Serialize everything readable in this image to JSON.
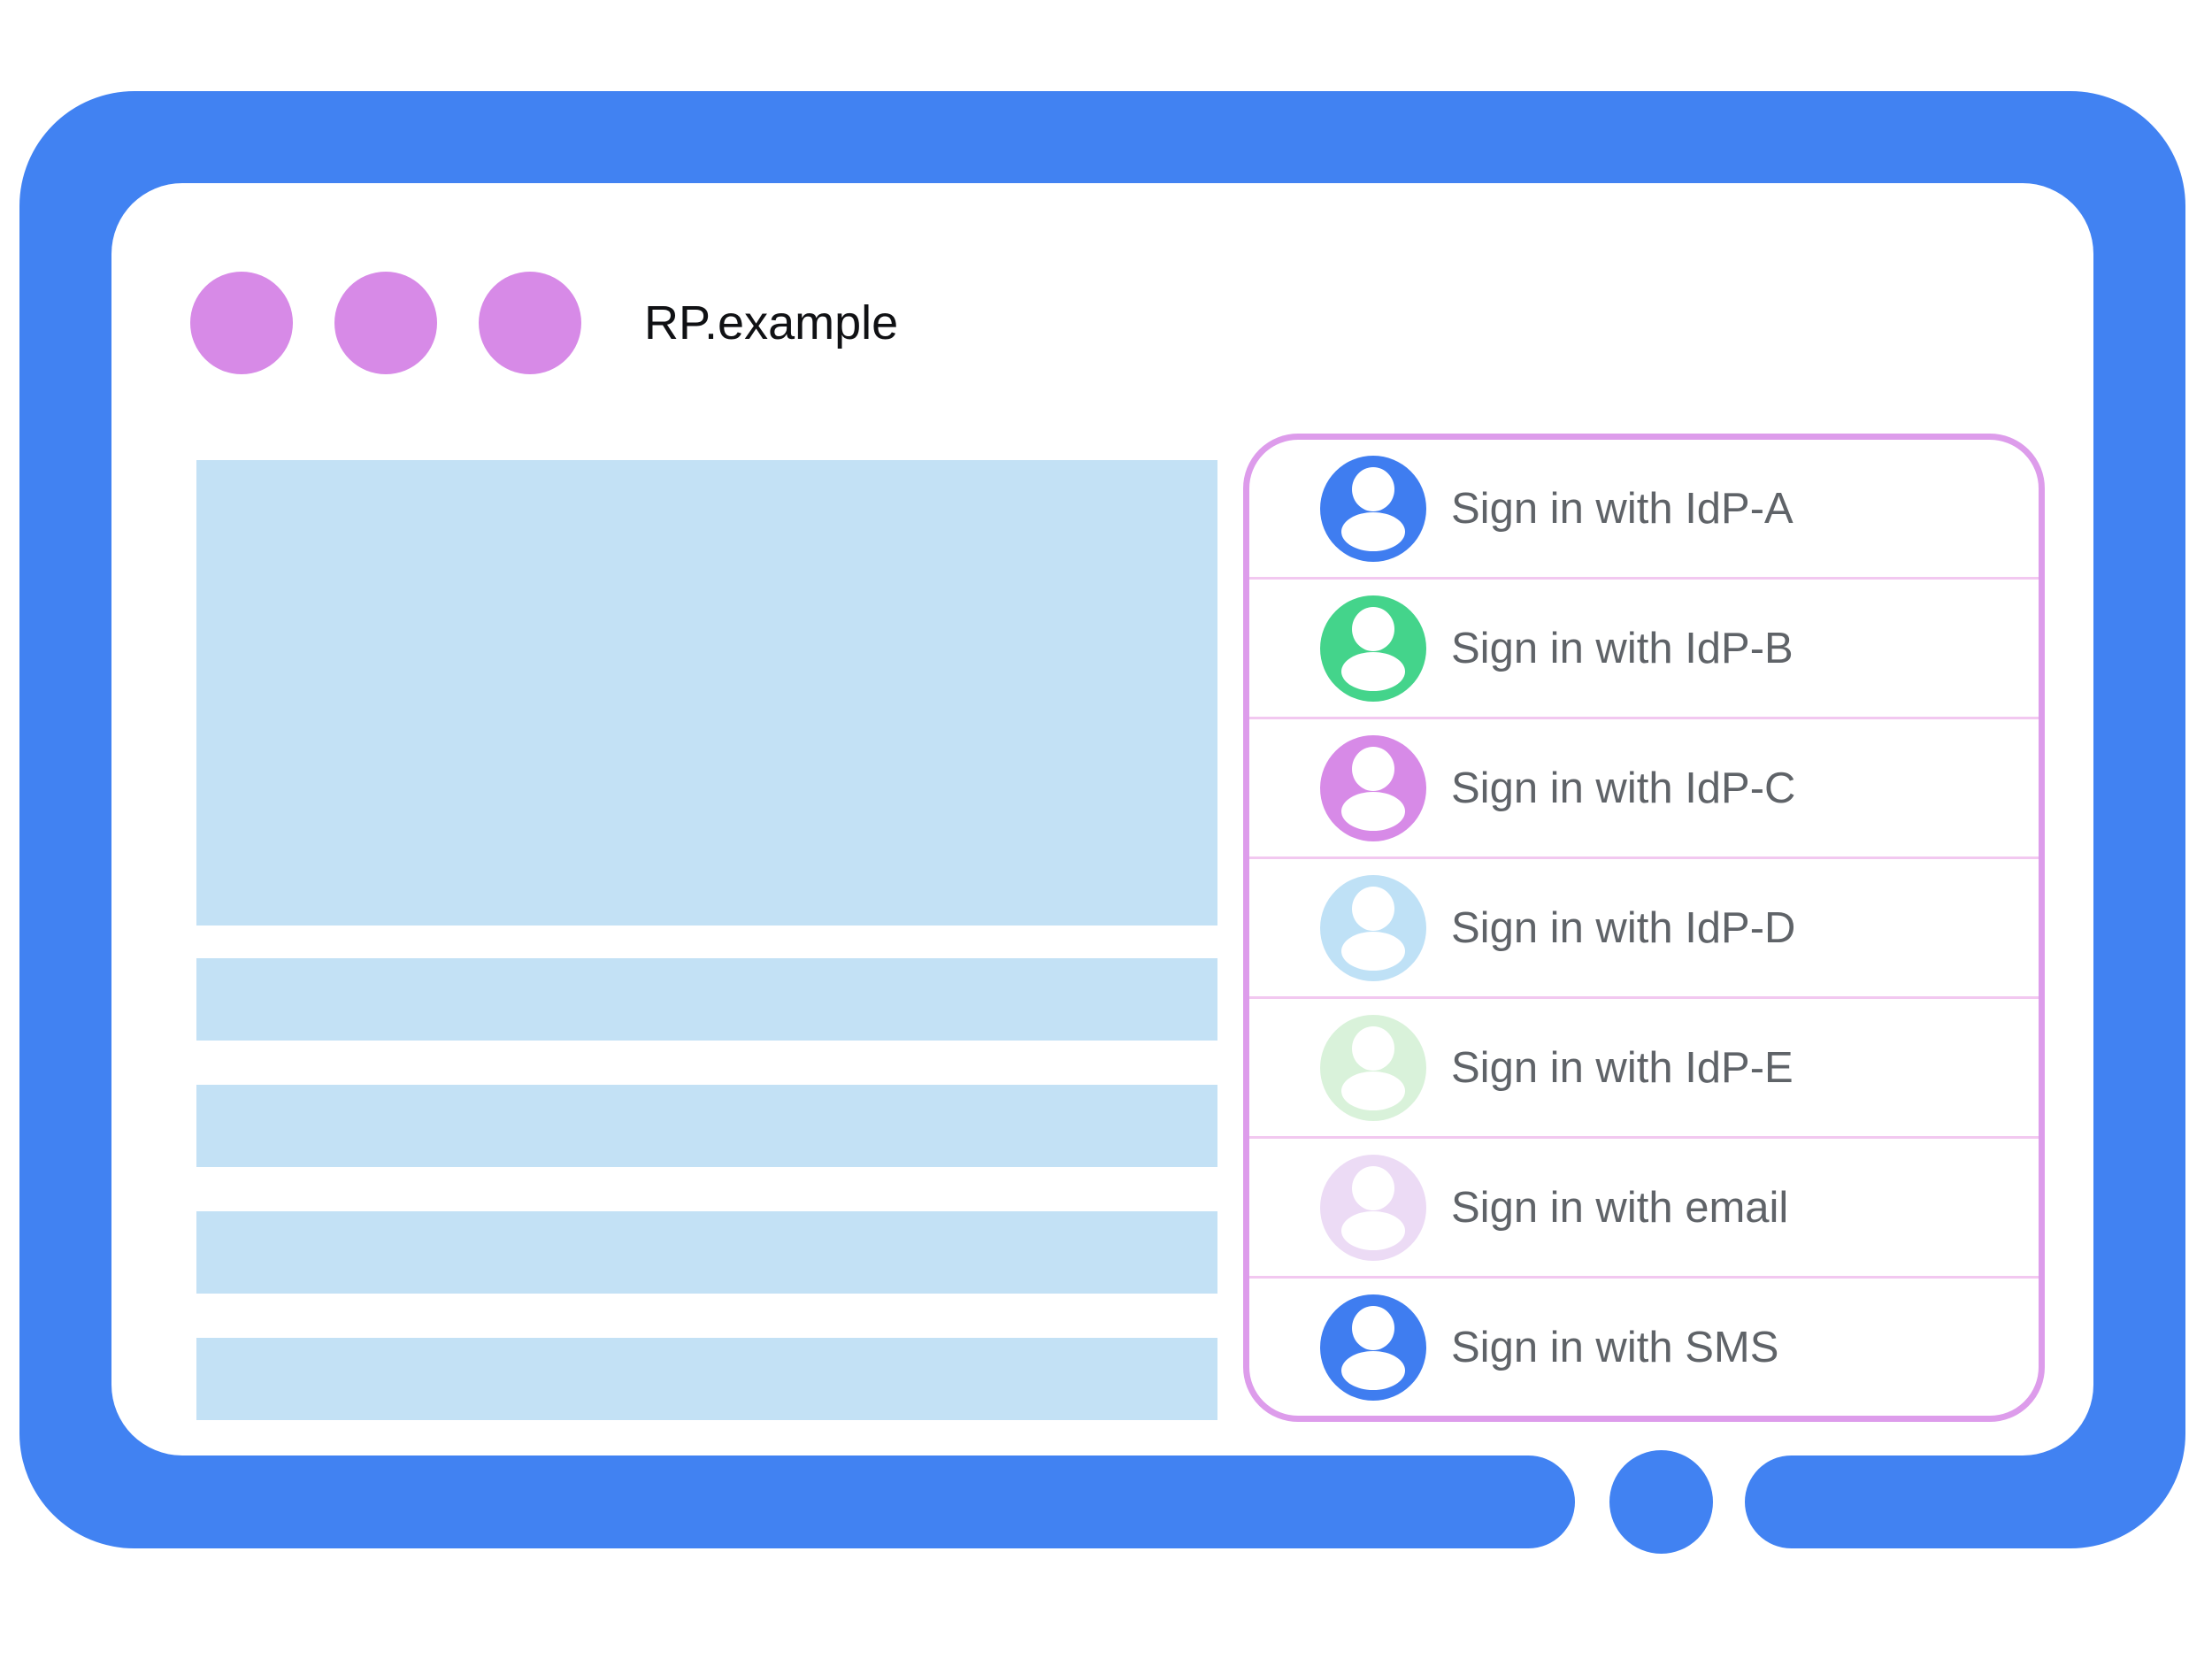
{
  "browser": {
    "frame_color": "#4182f2",
    "inner_bg": "#ffffff",
    "titlebar": {
      "address_text": "RP.example",
      "dots_color": "#d78ae7"
    },
    "content": {
      "placeholder_color": "#c3e1f5"
    }
  },
  "signin_panel": {
    "border_color": "#dd9ceb",
    "divider_color": "#f2c8f0",
    "label_color": "#5f6368",
    "options": [
      {
        "label": "Sign in with IdP-A",
        "avatar_color": "#3f7df0",
        "avatar_icon": "person-icon"
      },
      {
        "label": "Sign in with IdP-B",
        "avatar_color": "#44d48b",
        "avatar_icon": "person-icon"
      },
      {
        "label": "Sign in with IdP-C",
        "avatar_color": "#d78ae7",
        "avatar_icon": "person-icon"
      },
      {
        "label": "Sign in with IdP-D",
        "avatar_color": "#bfe1f6",
        "avatar_icon": "person-icon"
      },
      {
        "label": "Sign in with IdP-E",
        "avatar_color": "#d9f2da",
        "avatar_icon": "person-icon"
      },
      {
        "label": "Sign in with email",
        "avatar_color": "#ecdbf5",
        "avatar_icon": "person-icon"
      },
      {
        "label": "Sign in with SMS",
        "avatar_color": "#3f7df0",
        "avatar_icon": "person-icon"
      }
    ]
  }
}
